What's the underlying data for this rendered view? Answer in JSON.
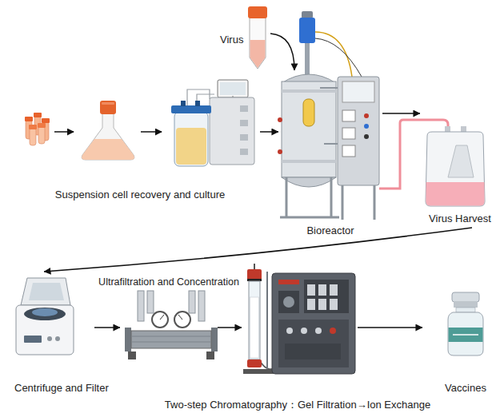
{
  "diagram": {
    "nodes": [
      {
        "text": [
          "Suspension cell recovery and culture"
        ]
      },
      {
        "text": [
          "Virus"
        ]
      },
      {
        "text": [
          "Bioreactor"
        ]
      },
      {
        "text": [
          "Virus Harvest"
        ]
      },
      {
        "text": [
          "Centrifuge and Filter"
        ]
      },
      {
        "text": [
          "Ultrafiltration and Concentration"
        ]
      },
      {
        "text": [
          "Two-step Chromatography：Gel Filtration→Ion Exchange"
        ]
      },
      {
        "text": [
          "Vaccines"
        ]
      }
    ],
    "edges": [
      {
        "from": 0,
        "to": 2,
        "arrow": "to"
      },
      {
        "from": 1,
        "to": 2,
        "arrow": "to"
      },
      {
        "from": 2,
        "to": 3,
        "arrow": "to"
      },
      {
        "from": 3,
        "to": 4,
        "arrow": "to"
      },
      {
        "from": 4,
        "to": 5,
        "arrow": "to"
      },
      {
        "from": 5,
        "to": 6,
        "arrow": "to"
      },
      {
        "from": 6,
        "to": 7,
        "arrow": "to"
      }
    ]
  }
}
